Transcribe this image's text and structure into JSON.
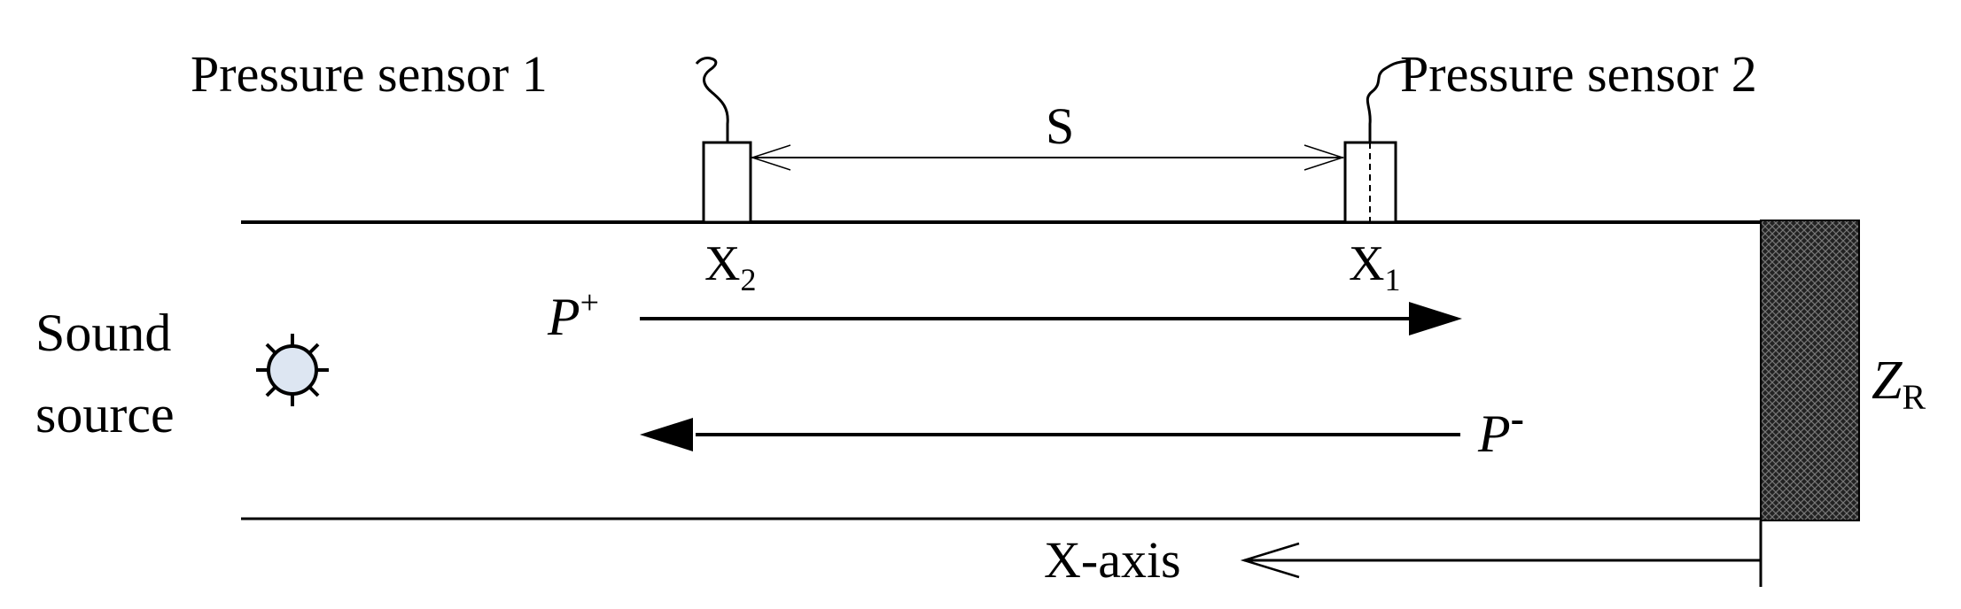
{
  "labels": {
    "sensor1": "Pressure sensor 1",
    "sensor2": "Pressure sensor 2",
    "spacing": "S",
    "x2_base": "X",
    "x2_sub": "2",
    "x1_base": "X",
    "x1_sub": "1",
    "sound_line1": "Sound",
    "sound_line2": "source",
    "p_plus_base": "P",
    "p_plus_sup": "+",
    "p_minus_base": "P",
    "p_minus_sup": "-",
    "zr_base": "Z",
    "zr_sub": "R",
    "x_axis": "X-axis"
  },
  "colors": {
    "line": "#000000",
    "source_fill": "#dde6f2",
    "termination_fill": "#1a1a1a"
  }
}
